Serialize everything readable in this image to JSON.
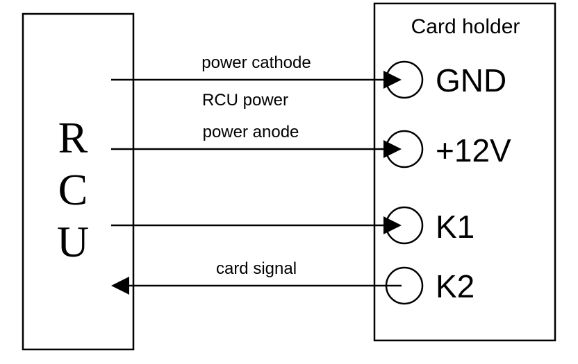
{
  "rcu": {
    "letters": [
      "R",
      "C",
      "U"
    ]
  },
  "card_holder": {
    "title": "Card holder",
    "terminals": [
      {
        "label": "GND"
      },
      {
        "label": "+12V"
      },
      {
        "label": "K1"
      },
      {
        "label": "K2"
      }
    ]
  },
  "wires": [
    {
      "label": "power cathode",
      "direction": "to-card-holder"
    },
    {
      "label": "power anode",
      "direction": "to-card-holder"
    },
    {
      "label": "",
      "direction": "to-card-holder"
    },
    {
      "label": "card signal",
      "direction": "to-rcu"
    }
  ],
  "group_label": "RCU power",
  "colors": {
    "stroke": "#000000",
    "background": "#ffffff"
  }
}
